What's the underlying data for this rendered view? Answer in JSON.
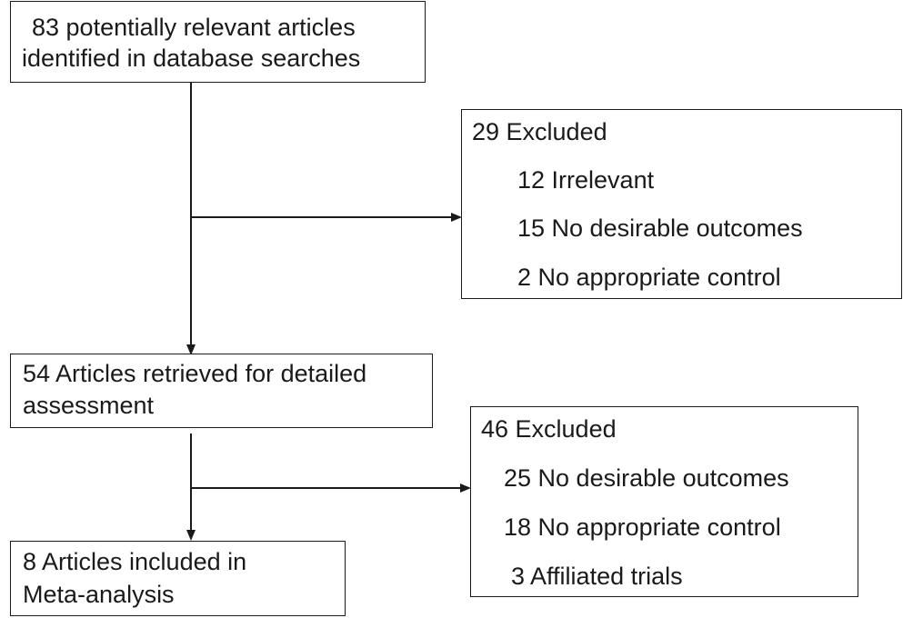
{
  "boxes": {
    "identified": {
      "line1": "83 potentially relevant articles",
      "line2": "identified in database searches"
    },
    "excluded_first": {
      "title": "29 Excluded",
      "items": [
        "12 Irrelevant",
        "15 No desirable outcomes",
        "2 No appropriate control"
      ]
    },
    "retrieved": {
      "line1": "54 Articles retrieved for detailed",
      "line2": "assessment"
    },
    "excluded_second": {
      "title": "46 Excluded",
      "items": [
        "25 No desirable outcomes",
        "18 No appropriate control",
        "3 Affiliated trials"
      ]
    },
    "included": {
      "line1": "8 Articles included in",
      "line2": "Meta-analysis"
    }
  }
}
